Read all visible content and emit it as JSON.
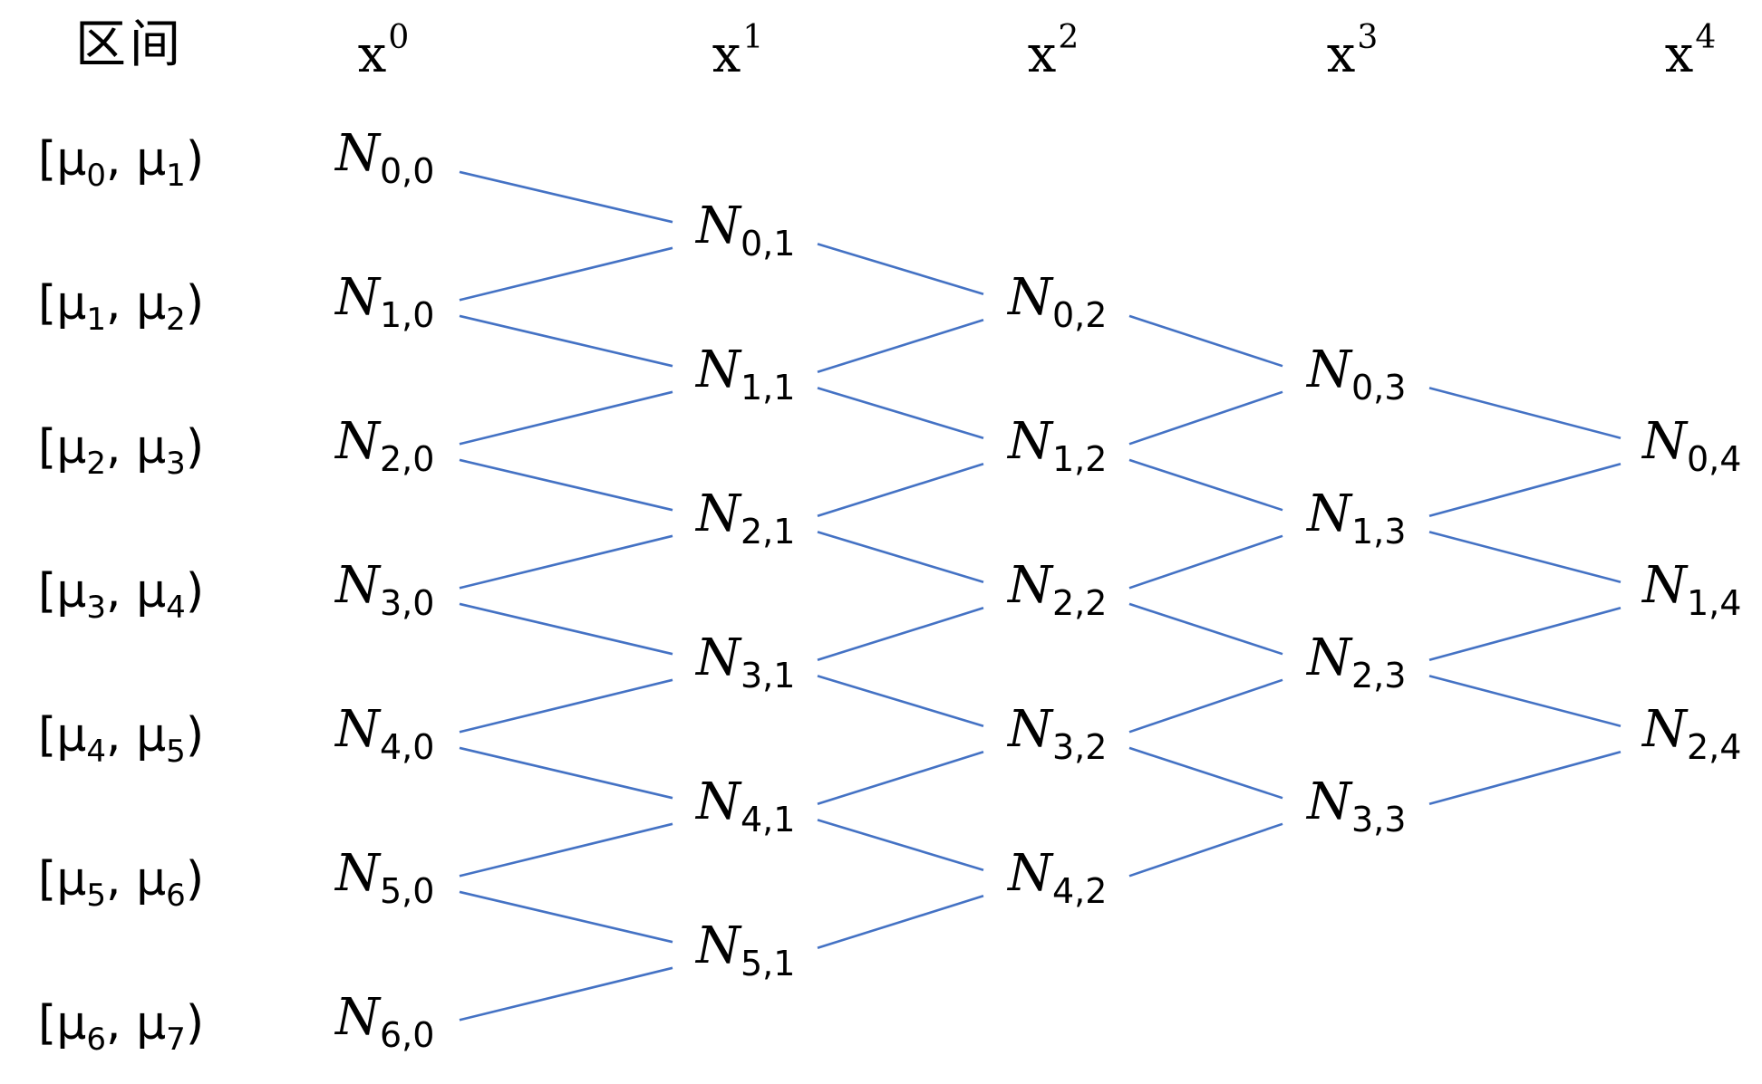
{
  "header": {
    "interval_label": "区间",
    "powers": [
      {
        "base": "x",
        "exp": "0"
      },
      {
        "base": "x",
        "exp": "1"
      },
      {
        "base": "x",
        "exp": "2"
      },
      {
        "base": "x",
        "exp": "3"
      },
      {
        "base": "x",
        "exp": "4"
      }
    ]
  },
  "intervals": [
    {
      "open": "[",
      "a": "μ",
      "ai": "0",
      "sep": ", ",
      "b": "μ",
      "bi": "1",
      "close": ")"
    },
    {
      "open": "[",
      "a": "μ",
      "ai": "1",
      "sep": ", ",
      "b": "μ",
      "bi": "2",
      "close": ")"
    },
    {
      "open": "[",
      "a": "μ",
      "ai": "2",
      "sep": ", ",
      "b": "μ",
      "bi": "3",
      "close": ")"
    },
    {
      "open": "[",
      "a": "μ",
      "ai": "3",
      "sep": ", ",
      "b": "μ",
      "bi": "4",
      "close": ")"
    },
    {
      "open": "[",
      "a": "μ",
      "ai": "4",
      "sep": ", ",
      "b": "μ",
      "bi": "5",
      "close": ")"
    },
    {
      "open": "[",
      "a": "μ",
      "ai": "5",
      "sep": ", ",
      "b": "μ",
      "bi": "6",
      "close": ")"
    },
    {
      "open": "[",
      "a": "μ",
      "ai": "6",
      "sep": ", ",
      "b": "μ",
      "bi": "7",
      "close": ")"
    }
  ],
  "node_symbol": "N",
  "columns": [
    {
      "degree": 0,
      "nodes": [
        "0,0",
        "1,0",
        "2,0",
        "3,0",
        "4,0",
        "5,0",
        "6,0"
      ]
    },
    {
      "degree": 1,
      "nodes": [
        "0,1",
        "1,1",
        "2,1",
        "3,1",
        "4,1",
        "5,1"
      ]
    },
    {
      "degree": 2,
      "nodes": [
        "0,2",
        "1,2",
        "2,2",
        "3,2",
        "4,2"
      ]
    },
    {
      "degree": 3,
      "nodes": [
        "0,3",
        "1,3",
        "2,3",
        "3,3"
      ]
    },
    {
      "degree": 4,
      "nodes": [
        "0,4",
        "1,4",
        "2,4"
      ]
    }
  ],
  "edge_rule": "N(i,k) connects to N(i-1,k+1) and N(i,k+1)",
  "colors": {
    "edge": "#4472C4",
    "text": "#000000"
  }
}
